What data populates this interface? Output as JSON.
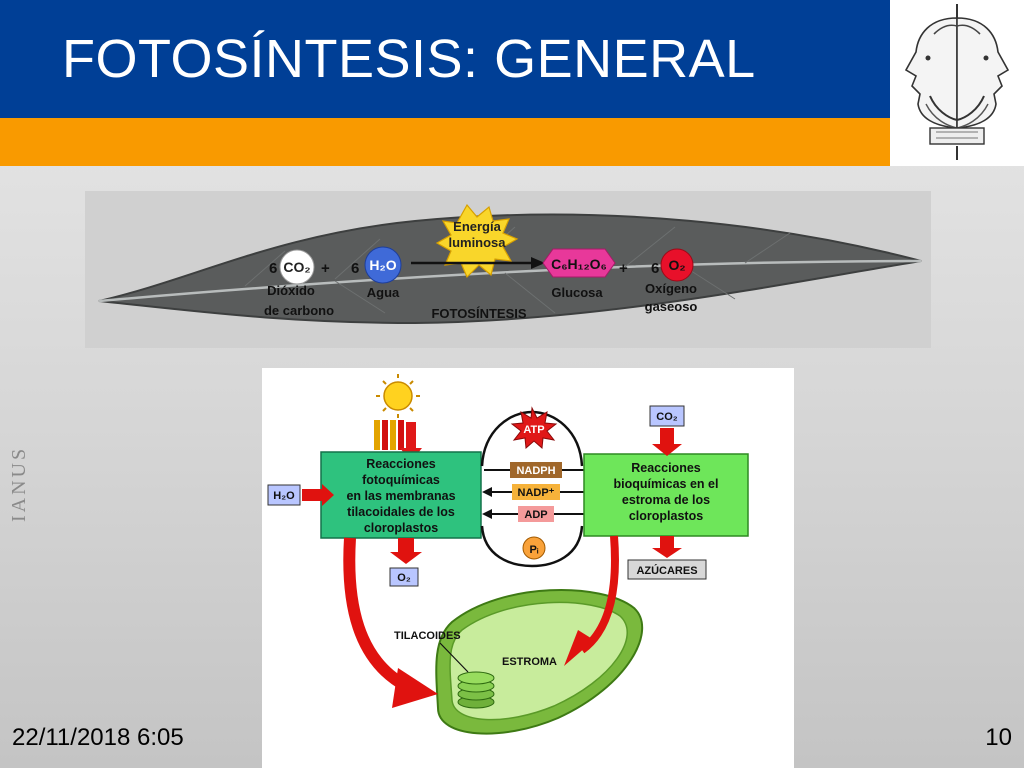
{
  "slide": {
    "title": "FOTOSÍNTESIS: GENERAL",
    "brand": "IANUS",
    "date": "22/11/2018 6:05",
    "page": "10"
  },
  "colors": {
    "header_blue": "#003f96",
    "header_orange": "#f99a00",
    "box_green": "#2ec27e",
    "box_lightgreen": "#6ee65a",
    "arrow_red": "#e0120f"
  },
  "equation": {
    "co2_coef": "6",
    "co2": "CO₂",
    "co2_name_1": "Dióxido",
    "co2_name_2": "de carbono",
    "plus1": "+",
    "h2o_coef": "6",
    "h2o": "H₂O",
    "h2o_name": "Agua",
    "energy_1": "Energía",
    "energy_2": "luminosa",
    "process": "FOTOSÍNTESIS",
    "glucose": "C₆H₁₂O₆",
    "glucose_name": "Glucosa",
    "plus2": "+",
    "o2_coef": "6",
    "o2": "O₂",
    "o2_name_1": "Oxígeno",
    "o2_name_2": "gaseoso"
  },
  "diagram": {
    "h2o_in": "H₂O",
    "o2_out": "O₂",
    "co2_in": "CO₂",
    "sugars": "AZÚCARES",
    "photo_lines": [
      "Reacciones",
      "fotoquímicas",
      "en las membranas",
      "tilacoidales de los",
      "cloroplastos"
    ],
    "bio_lines": [
      "Reacciones",
      "bioquímicas en el",
      "estroma de los",
      "cloroplastos"
    ],
    "atp": "ATP",
    "nadph": "NADPH",
    "nadp": "NADP⁺",
    "adp": "ADP",
    "pi": "Pᵢ",
    "thylakoids": "TILACOIDES",
    "stroma": "ESTROMA"
  }
}
